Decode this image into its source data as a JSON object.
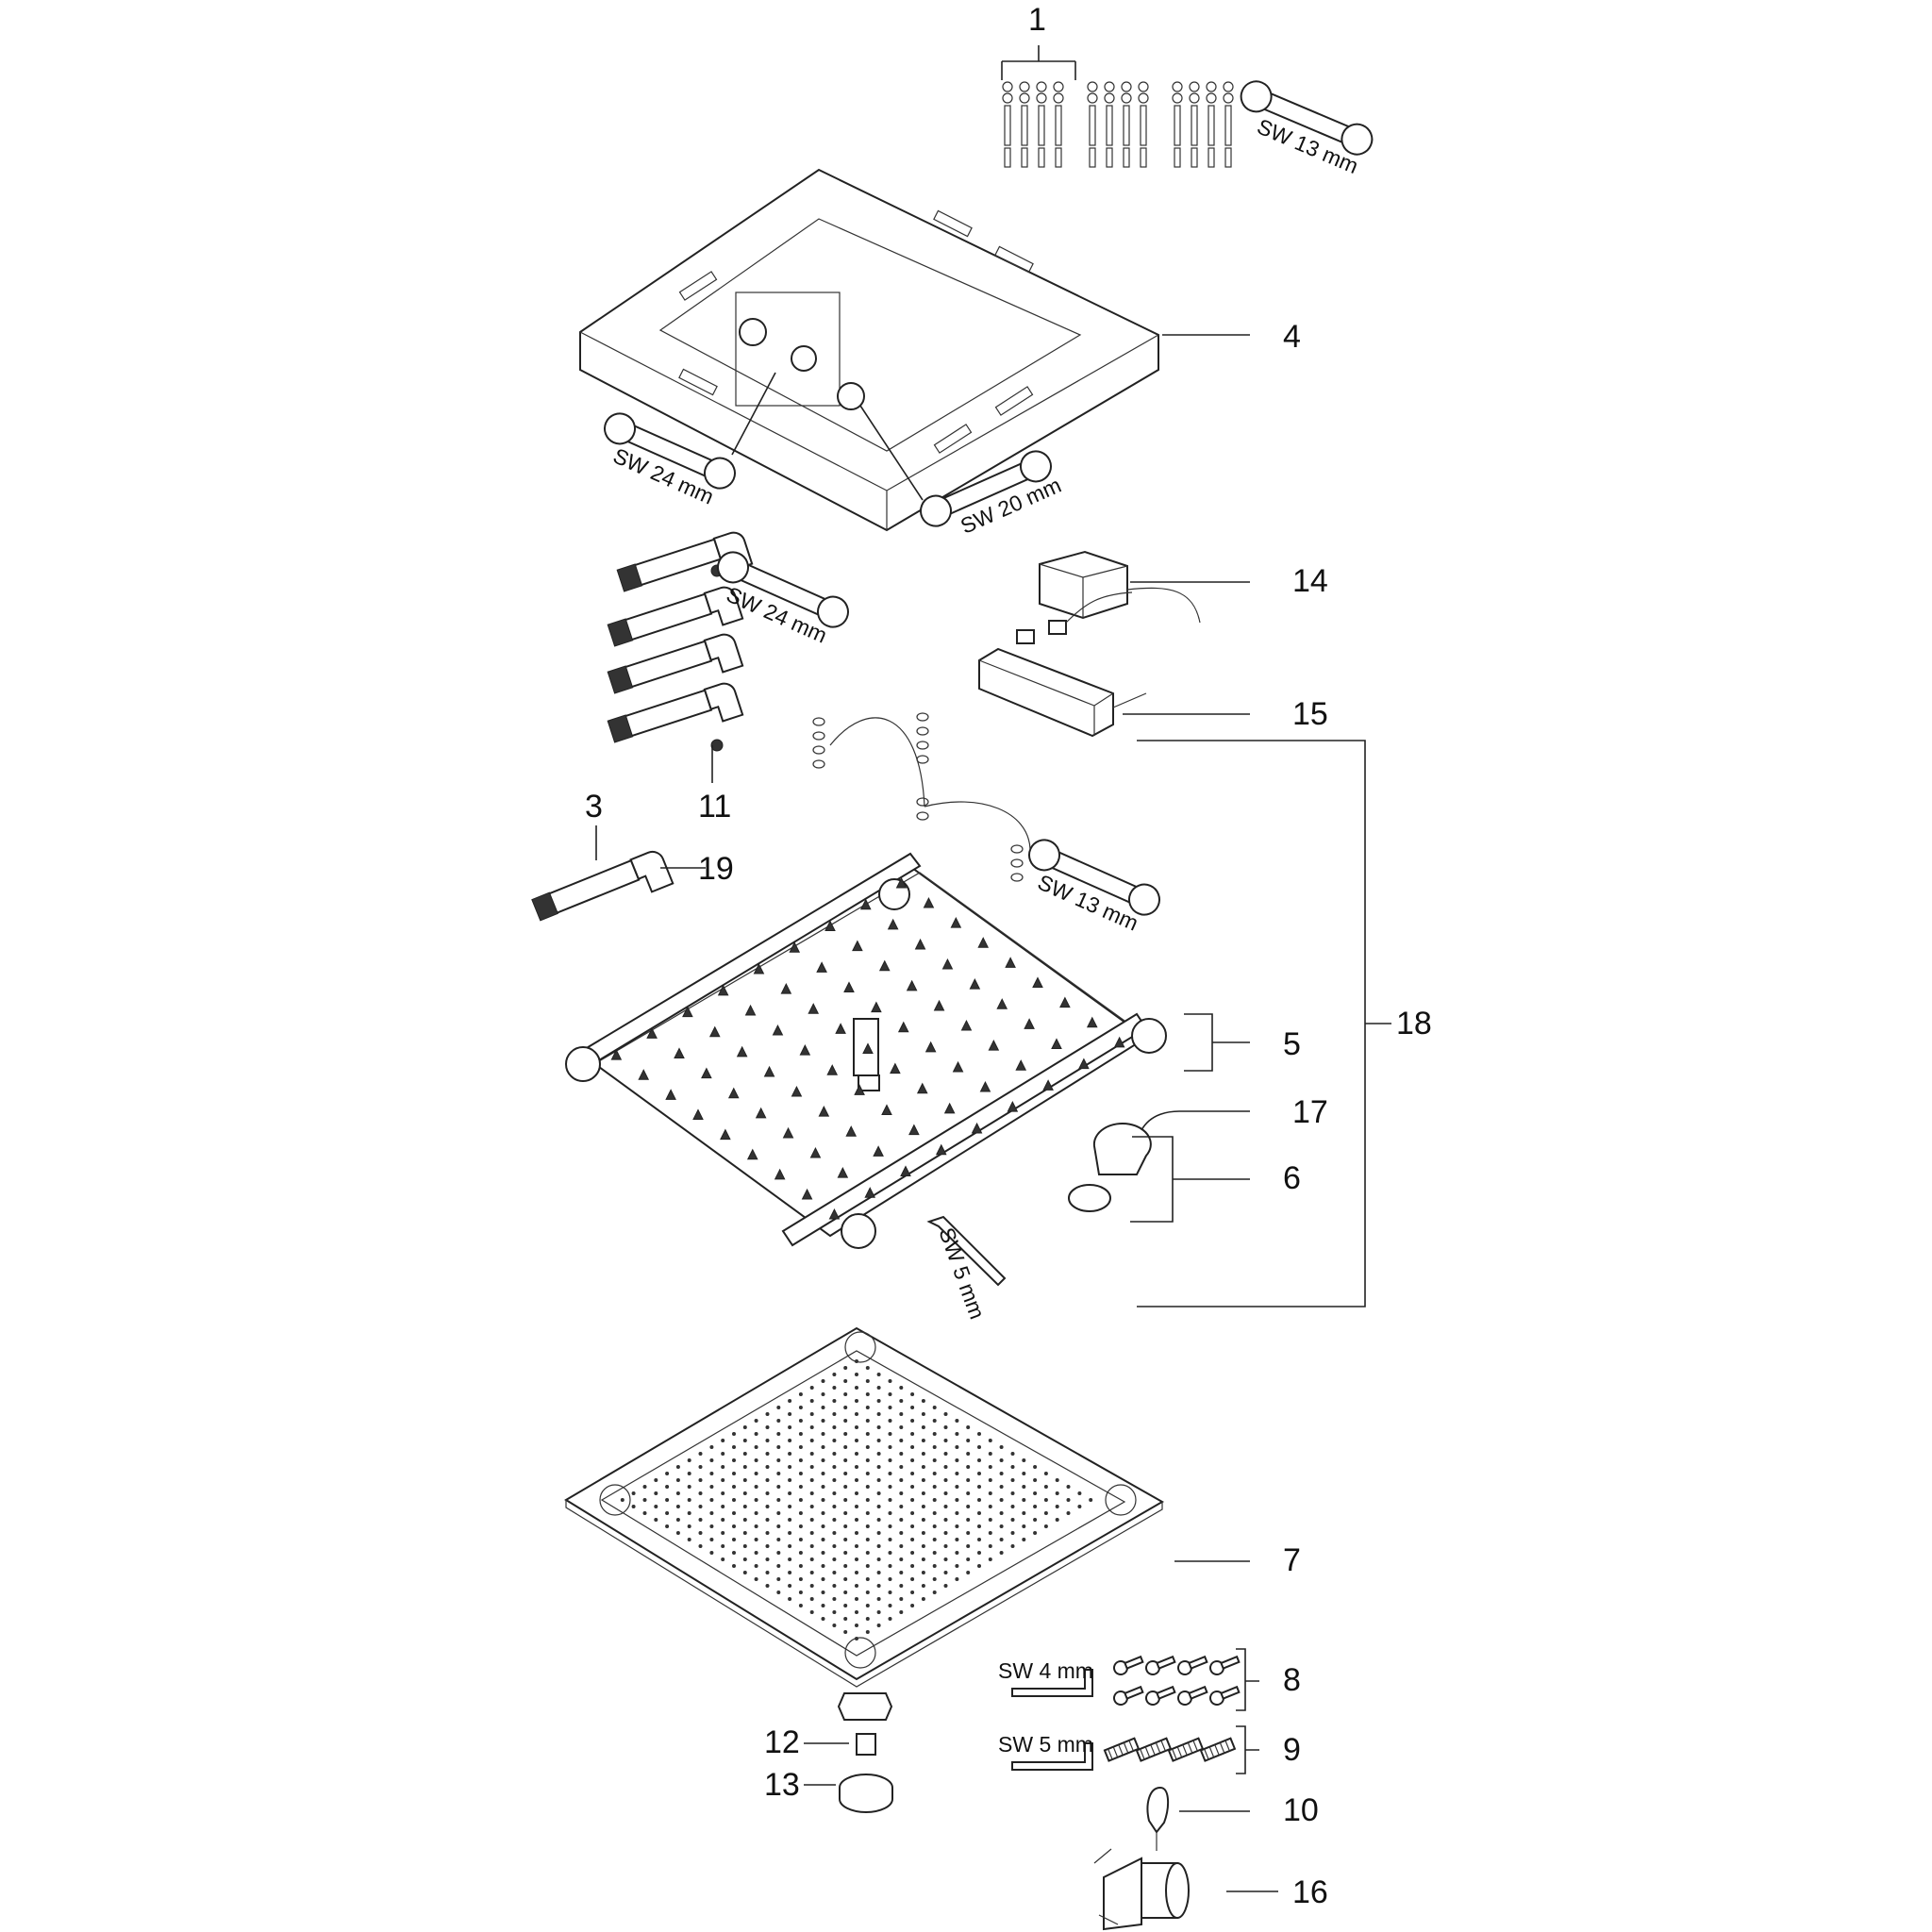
{
  "callouts": {
    "c1": "1",
    "c3": "3",
    "c4": "4",
    "c5": "5",
    "c6": "6",
    "c7": "7",
    "c8": "8",
    "c9": "9",
    "c10": "10",
    "c11": "11",
    "c12": "12",
    "c13": "13",
    "c14": "14",
    "c15": "15",
    "c16": "16",
    "c17": "17",
    "c18": "18",
    "c19": "19"
  },
  "tools": {
    "wrench_13_top": "SW 13 mm",
    "wrench_24_frame": "SW 24 mm",
    "wrench_20_frame": "SW 20 mm",
    "wrench_24_hoses": "SW 24 mm",
    "wrench_13_cables": "SW 13 mm",
    "hex_5_plate": "SW 5 mm",
    "hex_4_screws": "SW 4 mm",
    "hex_5_dowels": "SW 5 mm"
  }
}
